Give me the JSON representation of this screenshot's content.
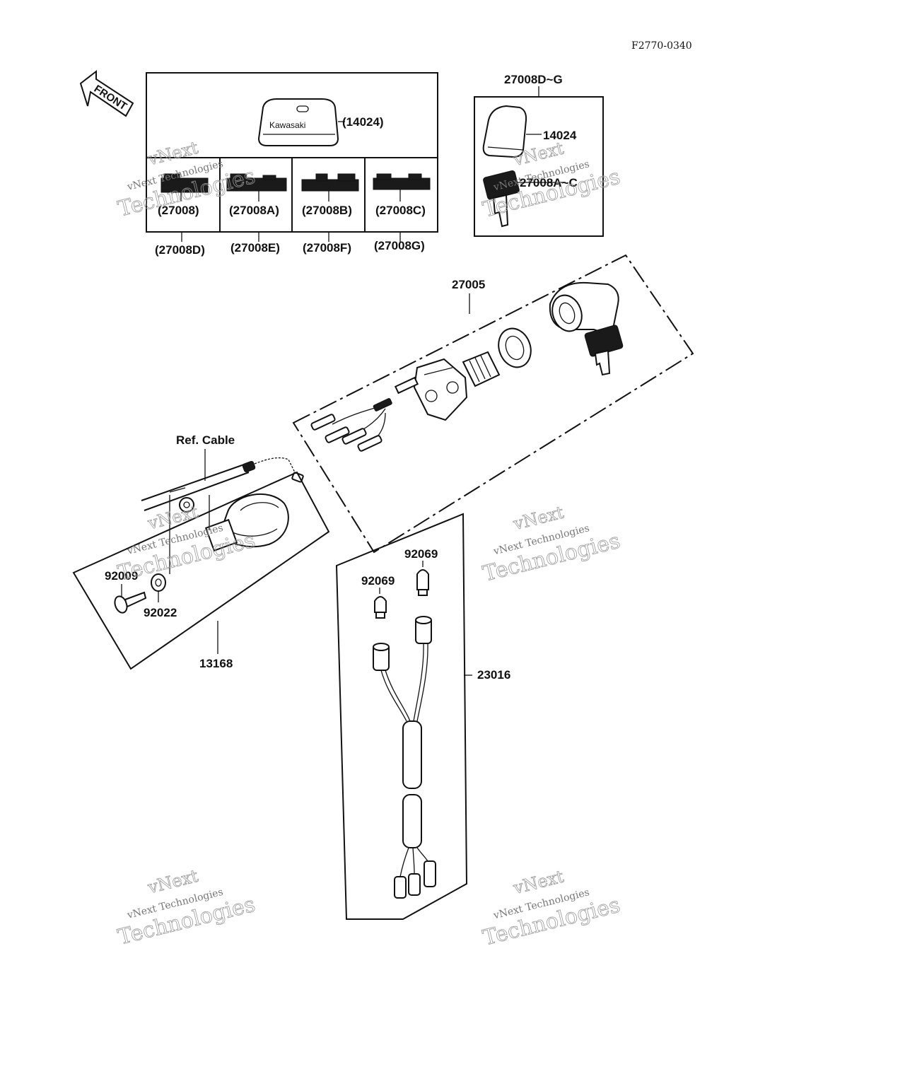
{
  "ref_code": "F2770-0340",
  "front_arrow": "FRONT",
  "key_cap_logo": "Kawasaki",
  "labels": {
    "cap_14024_paren": "(14024)",
    "blank_27008": "(27008)",
    "blank_27008A": "(27008A)",
    "blank_27008B": "(27008B)",
    "blank_27008C": "(27008C)",
    "blank_27008D": "(27008D)",
    "blank_27008E": "(27008E)",
    "blank_27008F": "(27008F)",
    "blank_27008G": "(27008G)",
    "set_27008DG": "27008D~G",
    "cap_14024": "14024",
    "key_27008AC": "27008A~C",
    "switch_27005": "27005",
    "ref_cable": "Ref. Cable",
    "screw_92009": "92009",
    "washer_92022": "92022",
    "cover_13168": "13168",
    "bulb_92069_a": "92069",
    "bulb_92069_b": "92069",
    "harness_23016": "23016"
  },
  "watermark": {
    "line1": "vNext",
    "line2": "Technologies",
    "small": "vNext Technologies"
  }
}
